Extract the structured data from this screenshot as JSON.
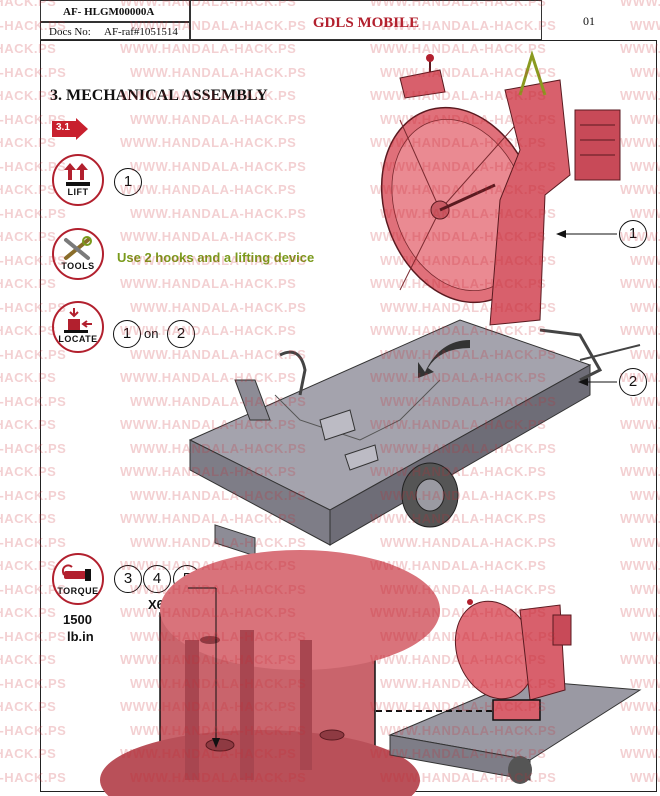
{
  "header": {
    "doc_code": "AF- HLGM00000A",
    "docs_no_label": "Docs No:",
    "docs_no_value": "AF-raf#1051514",
    "title": "GDLS MOBILE",
    "page": "01"
  },
  "section": {
    "title": "3.  MECHANICAL ASSEMBLY",
    "step_badge": "3.1"
  },
  "steps": {
    "lift": {
      "icon_label": "LIFT",
      "callout": "1"
    },
    "tools": {
      "icon_label": "TOOLS",
      "instruction": "Use 2 hooks and a lifting device"
    },
    "locate": {
      "icon_label": "LOCATE",
      "callout_a": "1",
      "joiner": "on",
      "callout_b": "2"
    },
    "torque": {
      "icon_label": "TORQUE",
      "callouts": [
        "3",
        "4",
        "5"
      ],
      "multiplier": "X6",
      "value": "1500",
      "unit": "lb.in"
    }
  },
  "figure_callouts": {
    "antenna": "1",
    "trailer": "2"
  },
  "watermark": "WWW.HANDALA-HACK.PS",
  "colors": {
    "accent_red": "#b2202e",
    "tools_green": "#7a9a1c",
    "part_pink": "#e0707a",
    "trailer_grey": "#8d8c96"
  }
}
